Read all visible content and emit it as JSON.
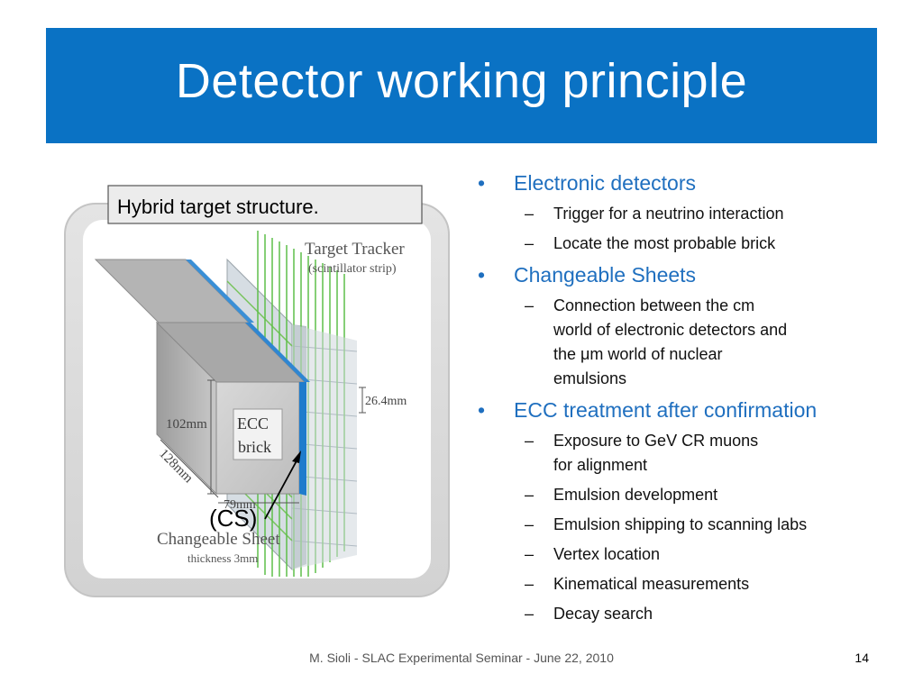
{
  "slide": {
    "title": "Detector working principle",
    "footer": "M. Sioli - SLAC Experimental Seminar - June 22, 2010",
    "page_number": "14"
  },
  "figure": {
    "caption": "Hybrid target structure.",
    "target_tracker": "Target Tracker",
    "scintillator": "(scintillator strip)",
    "dim_26": "26.4mm",
    "dim_102": "102mm",
    "dim_128": "128mm",
    "dim_79": "79mm",
    "ecc_line1": "ECC",
    "ecc_line2": "brick",
    "cs": "(CS)",
    "changeable_sheet": "Changeable Sheet",
    "thickness": "thickness 3mm"
  },
  "bullets": [
    {
      "text": "Electronic detectors",
      "sub": [
        "Trigger for a neutrino interaction",
        "Locate the most probable brick"
      ]
    },
    {
      "text": "Changeable Sheets",
      "sub": [
        "Connection between the cm world of electronic detectors and the μm world of nuclear emulsions"
      ]
    },
    {
      "text": "ECC treatment after confirmation",
      "sub": [
        "Exposure to GeV CR muons for alignment",
        "Emulsion development",
        "Emulsion shipping to scanning labs",
        "Vertex location",
        "Kinematical measurements",
        "Decay search"
      ]
    }
  ],
  "symbols": {
    "bullet": "•",
    "dash": "–"
  }
}
